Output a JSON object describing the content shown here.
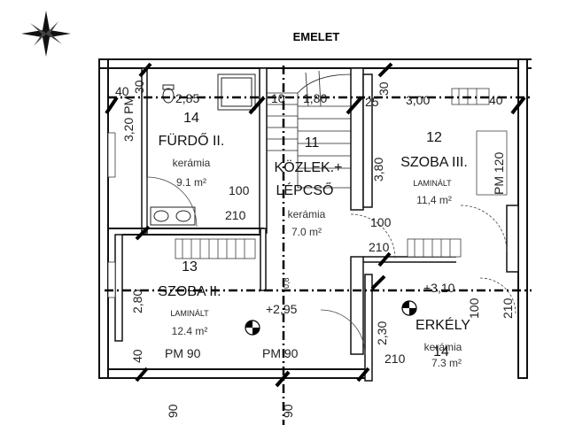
{
  "title": "EMELET",
  "rooms": {
    "furdo": {
      "number": "14",
      "name": "FÜRDŐ II.",
      "material": "kerámia",
      "area": "9.1 m²"
    },
    "kozlek": {
      "number": "11",
      "name_line1": "KÖZLEK.+",
      "name_line2": "LÉPCSŐ",
      "material": "kerámia",
      "area": "7.0 m²"
    },
    "szoba3": {
      "number": "12",
      "name": "SZOBA III.",
      "material": "LAMINÁLT",
      "area": "11,4 m²"
    },
    "szoba2": {
      "number": "13",
      "name": "SZOBA II.",
      "material": "LAMINÁLT",
      "area": "12.4 m²"
    },
    "erkely": {
      "number": "14",
      "name": "ERKÉLY",
      "material": "kerámia",
      "area": "7.3 m²"
    }
  },
  "dimensions": {
    "d40_left": "40",
    "d30_top": "30",
    "d285": "2,85",
    "d10": "10",
    "d180": "1,80",
    "d25": "25",
    "d30_right": "30",
    "d300": "3,00",
    "d40_right": "40",
    "pm_320": "3,20 PM",
    "d100_bath": "100",
    "d210_bath": "210",
    "d380": "3,80",
    "pm_120": "PM 120",
    "d100_room": "100",
    "d210_room": "210",
    "d280": "2,80",
    "d40_bottom": "40",
    "pm90_left": "PM 90",
    "pm90_right": "PM 90",
    "level_295": "+2,95",
    "level_310": "+3,10",
    "d230": "2,30",
    "d210_balcony": "210",
    "d100_balcony": "100",
    "d210_edge": "210",
    "d90_left": "90",
    "d90_right": "90",
    "d08": "0,8"
  }
}
